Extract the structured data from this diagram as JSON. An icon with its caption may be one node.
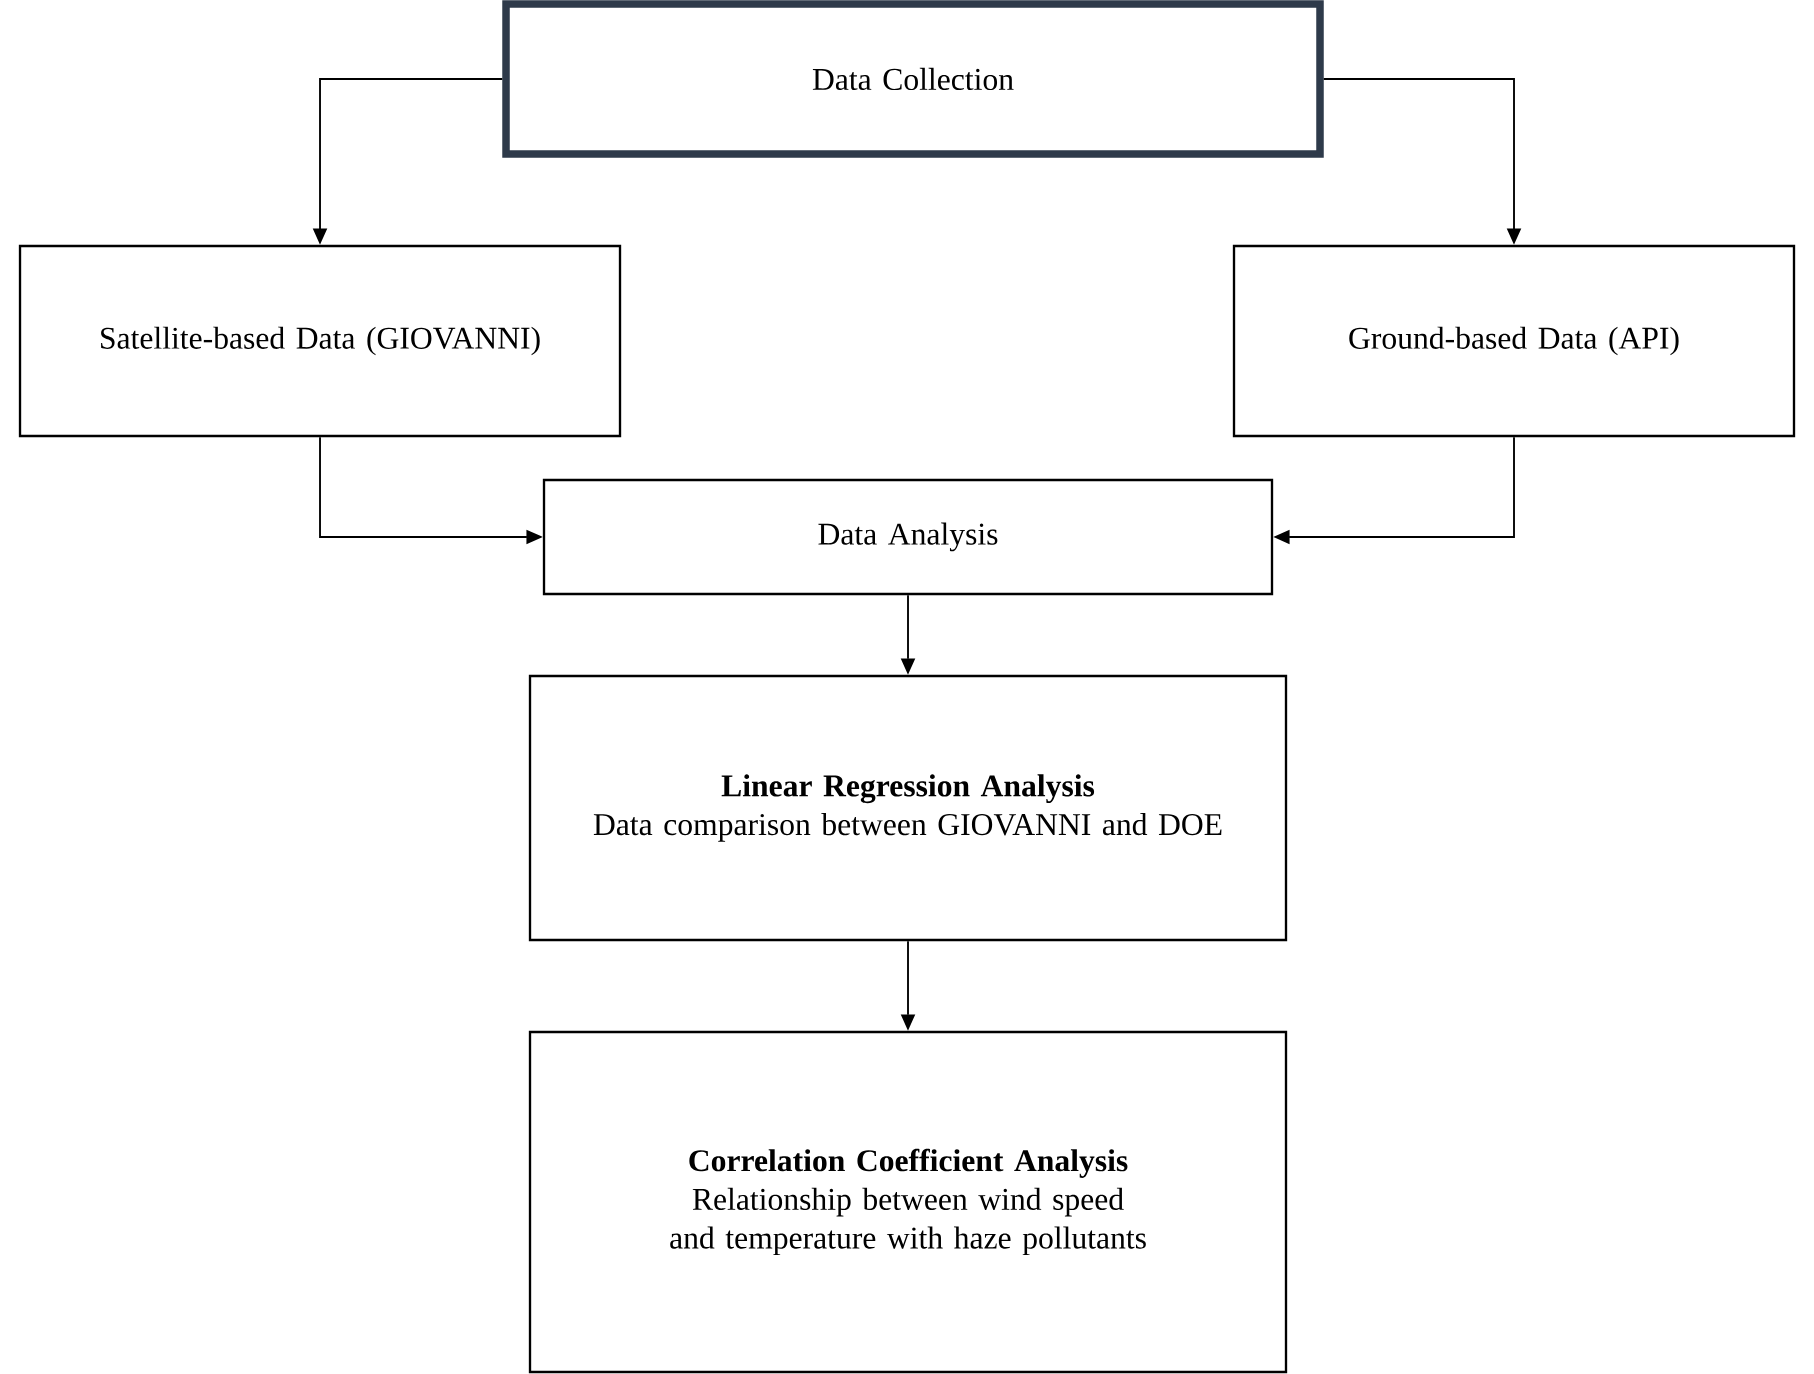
{
  "diagram": {
    "nodes": [
      {
        "text": [
          "Data Collection"
        ]
      },
      {
        "text": [
          "Satellite-based Data (GIOVANNI)"
        ]
      },
      {
        "text": [
          "Ground-based Data (API)"
        ]
      },
      {
        "text": [
          "Data Analysis"
        ]
      },
      {
        "text": [
          "Linear Regression Analysis",
          "Data comparison between GIOVANNI and DOE"
        ]
      },
      {
        "text": [
          "Correlation Coefficient Analysis",
          "Relationship between wind speed and temperature with haze pollutants"
        ]
      }
    ],
    "edges": [
      {
        "from": 0,
        "to": 1,
        "arrow": "to"
      },
      {
        "from": 0,
        "to": 2,
        "arrow": "to"
      },
      {
        "from": 1,
        "to": 3,
        "arrow": "to"
      },
      {
        "from": 2,
        "to": 3,
        "arrow": "to"
      },
      {
        "from": 3,
        "to": 4,
        "arrow": "to"
      },
      {
        "from": 4,
        "to": 5,
        "arrow": "to"
      }
    ]
  }
}
